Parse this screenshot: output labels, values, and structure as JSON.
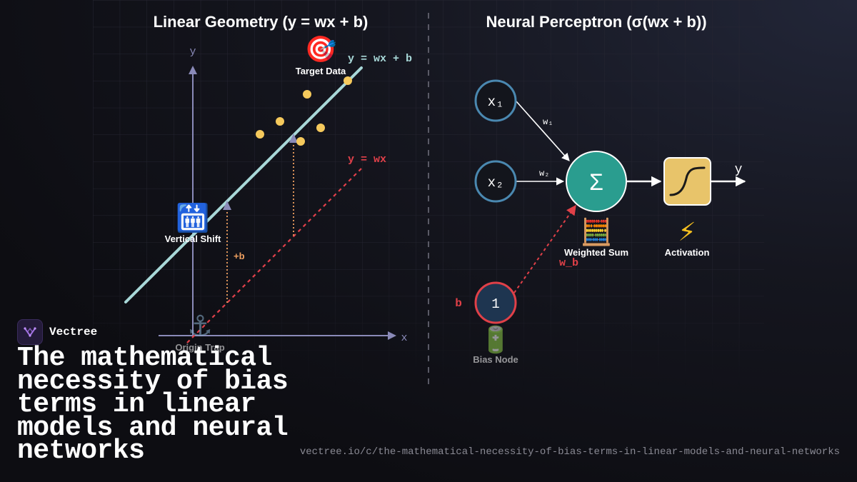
{
  "left_panel": {
    "title": "Linear Geometry (y = wx + b)",
    "axis_y_label": "y",
    "axis_x_label": "x",
    "line_with_bias_label": "y = wx + b",
    "line_without_bias_label": "y = wx",
    "bias_offset_label": "+b",
    "icons": [
      {
        "icon": "target-icon",
        "glyph": "🎯",
        "label": "Target Data"
      },
      {
        "icon": "elevator-icon",
        "glyph": "🛗",
        "label": "Vertical Shift"
      },
      {
        "icon": "anchor-icon",
        "glyph": "⚓",
        "label": "Origin Trap"
      }
    ],
    "colors": {
      "line_with_bias": "#a8d8d8",
      "line_without_bias": "#e0404a",
      "data_points": "#f5c95c",
      "axes": "#8a8ab8",
      "bias_offset": "#f0a060"
    }
  },
  "right_panel": {
    "title": "Neural Perceptron (σ(wx + b))",
    "input_1": "x₁",
    "input_2": "x₂",
    "weight_1": "w₁",
    "weight_2": "w₂",
    "bias_value": "1",
    "bias_label": "b",
    "bias_weight": "w_b",
    "sum_symbol": "Σ",
    "output_label": "y",
    "captions": [
      {
        "icon": "abacus-icon",
        "glyph": "🧮",
        "label": "Weighted Sum"
      },
      {
        "icon": "lightning-icon",
        "glyph": "⚡",
        "label": "Activation"
      },
      {
        "icon": "battery-icon",
        "glyph": "🔋",
        "label": "Bias Node"
      }
    ],
    "colors": {
      "input_node_border": "#4a88b0",
      "sum_node": "#2a9d8f",
      "activation_node": "#e8c46a",
      "bias_node": "#1e3550",
      "bias_border": "#e04048",
      "bias_link": "#e04048"
    }
  },
  "brand": {
    "name": "Vectree",
    "logo_icon": "vectree-logo-icon",
    "accent": "#a070e0"
  },
  "headline": "The mathematical necessity of bias terms in linear models and neural networks",
  "url": "vectree.io/c/the-mathematical-necessity-of-bias-terms-in-linear-models-and-neural-networks"
}
